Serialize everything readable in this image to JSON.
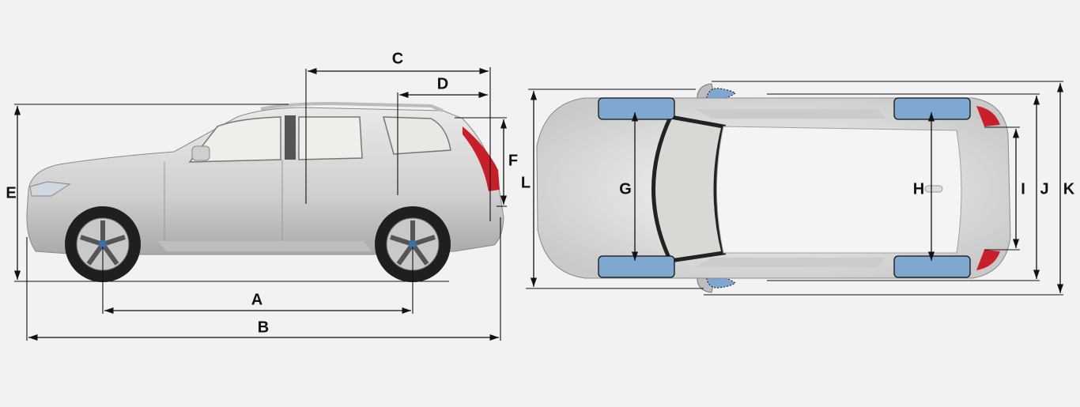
{
  "diagram": {
    "side_view": {
      "labels": {
        "A": "A",
        "B": "B",
        "C": "C",
        "D": "D",
        "E": "E",
        "F": "F"
      }
    },
    "top_view": {
      "labels": {
        "G": "G",
        "H": "H",
        "I": "I",
        "J": "J",
        "K": "K",
        "L": "L"
      }
    },
    "colors": {
      "background": "#f2f2f2",
      "body": "#d6d6d6",
      "track_marker": "#7fa8d0",
      "tail_light": "#c8202a",
      "line": "#111111"
    }
  }
}
